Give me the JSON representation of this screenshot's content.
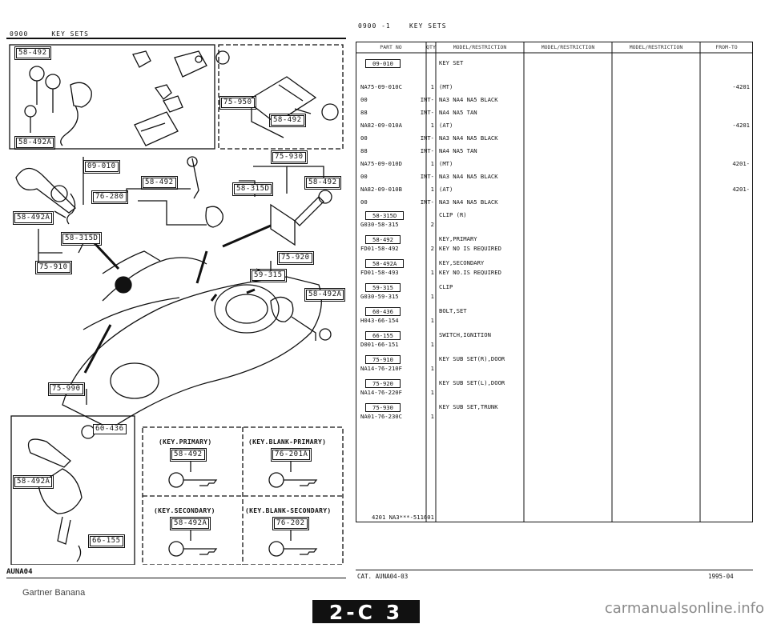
{
  "page_header": {
    "left_section": "0900",
    "left_title": "KEY SETS",
    "right_section": "0900 -1",
    "right_title": "KEY SETS"
  },
  "diagram": {
    "callouts": [
      "58-492",
      "58-492A",
      "75-950",
      "58-492",
      "09-010",
      "58-492",
      "76-280",
      "58-315D",
      "58-492A",
      "58-315D",
      "75-930",
      "58-492",
      "75-910",
      "75-920",
      "59-315",
      "58-492A",
      "75-990",
      "60-436",
      "58-492A",
      "66-155"
    ],
    "legend": [
      {
        "title": "(KEY.PRIMARY)",
        "code": "58-492"
      },
      {
        "title": "(KEY.BLANK-PRIMARY)",
        "code": "76-201A"
      },
      {
        "title": "(KEY.SECONDARY)",
        "code": "58-492A"
      },
      {
        "title": "(KEY.BLANK-SECONDARY)",
        "code": "76-202"
      }
    ],
    "catalog_code": "AUNA04"
  },
  "table": {
    "headers": [
      "PART NO",
      "QTY",
      "MODEL/RESTRICTION",
      "MODEL/RESTRICTION",
      "MODEL/RESTRICTION",
      "FROM-TO"
    ],
    "rows": [
      {
        "ref": "09-010",
        "part": "",
        "qty": "",
        "desc": "KEY SET",
        "range": ""
      },
      {
        "ref": "",
        "part": "NA75-09-010C",
        "qty": "1",
        "desc": "(MT)",
        "range": "-4201"
      },
      {
        "ref": "",
        "part": "00",
        "qty": "INT-",
        "desc": "NA3 NA4 NA5 BLACK",
        "range": ""
      },
      {
        "ref": "",
        "part": "88",
        "qty": "INT-",
        "desc": "NA4 NA5 TAN",
        "range": ""
      },
      {
        "ref": "",
        "part": "NA82-09-010A",
        "qty": "1",
        "desc": "(AT)",
        "range": "-4201"
      },
      {
        "ref": "",
        "part": "00",
        "qty": "INT-",
        "desc": "NA3 NA4 NA5 BLACK",
        "range": ""
      },
      {
        "ref": "",
        "part": "88",
        "qty": "INT-",
        "desc": "NA4 NA5 TAN",
        "range": ""
      },
      {
        "ref": "",
        "part": "NA75-09-010D",
        "qty": "1",
        "desc": "(MT)",
        "range": "4201-"
      },
      {
        "ref": "",
        "part": "00",
        "qty": "INT-",
        "desc": "NA3 NA4 NA5 BLACK",
        "range": ""
      },
      {
        "ref": "",
        "part": "NA82-09-010B",
        "qty": "1",
        "desc": "(AT)",
        "range": "4201-"
      },
      {
        "ref": "",
        "part": "00",
        "qty": "INT-",
        "desc": "NA3 NA4 NA5 BLACK",
        "range": ""
      },
      {
        "ref": "58-315D",
        "part": "G030-58-315",
        "qty": "2",
        "desc": "CLIP (R)",
        "range": ""
      },
      {
        "ref": "58-492",
        "part": "FD01-58-492",
        "qty": "2",
        "desc": "KEY,PRIMARY",
        "desc2": "KEY NO IS REQUIRED",
        "range": ""
      },
      {
        "ref": "58-492A",
        "part": "FD01-58-493",
        "qty": "1",
        "desc": "KEY,SECONDARY",
        "desc2": "KEY NO.IS REQUIRED",
        "range": ""
      },
      {
        "ref": "59-315",
        "part": "G030-59-315",
        "qty": "1",
        "desc": "CLIP",
        "range": ""
      },
      {
        "ref": "60-436",
        "part": "H043-66-154",
        "qty": "1",
        "desc": "BOLT,SET",
        "range": ""
      },
      {
        "ref": "66-155",
        "part": "D001-66-151",
        "qty": "1",
        "desc": "SWITCH,IGNITION",
        "range": ""
      },
      {
        "ref": "75-910",
        "part": "NA14-76-210F",
        "qty": "1",
        "desc": "KEY SUB SET(R),DOOR",
        "range": ""
      },
      {
        "ref": "75-920",
        "part": "NA14-76-220F",
        "qty": "1",
        "desc": "KEY SUB SET(L),DOOR",
        "range": ""
      },
      {
        "ref": "75-930",
        "part": "NA01-76-230C",
        "qty": "1",
        "desc": "KEY SUB SET,TRUNK",
        "range": ""
      }
    ],
    "footnote": "4201 NA3***-511601"
  },
  "footer": {
    "cat": "CAT. AUNA04-03",
    "date": "1995-04",
    "page_badge": "2-C 3",
    "bottom_left": "Gartner Banana",
    "watermark": "carmanualsonline.info"
  }
}
